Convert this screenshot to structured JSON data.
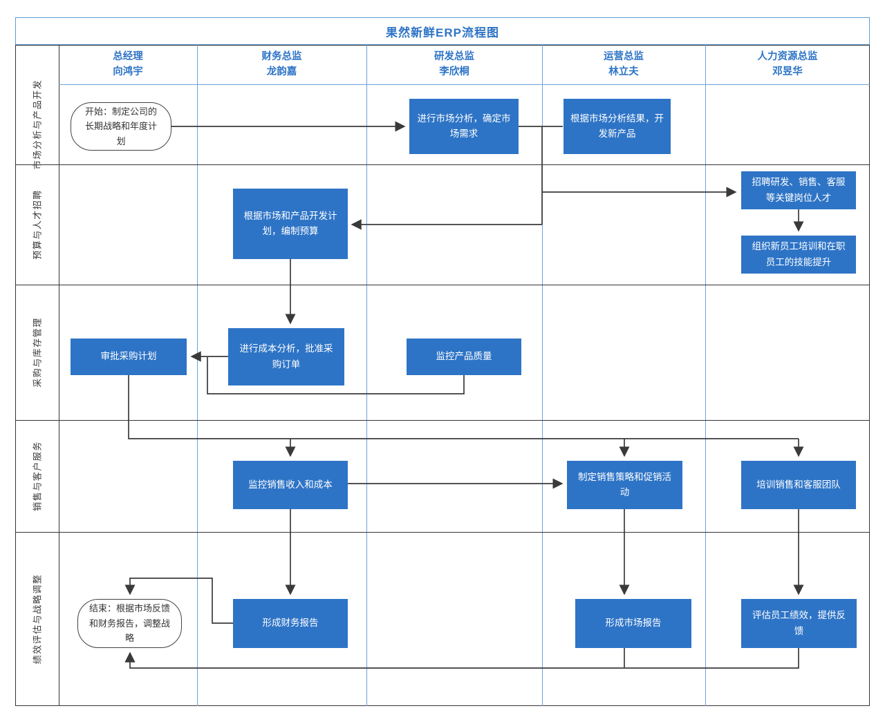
{
  "title": "果然新鲜ERP流程图",
  "columns": [
    {
      "role": "总经理",
      "person": "向鸿宇"
    },
    {
      "role": "财务总监",
      "person": "龙韵嘉"
    },
    {
      "role": "研发总监",
      "person": "李欣桐"
    },
    {
      "role": "运营总监",
      "person": "林立夫"
    },
    {
      "role": "人力资源总监",
      "person": "邓昱华"
    }
  ],
  "lanes": [
    {
      "label": "市场分析与产品开发"
    },
    {
      "label": "预算与人才招聘"
    },
    {
      "label": "采购与库存管理"
    },
    {
      "label": "销售与客户服务"
    },
    {
      "label": "绩效评估与战略调整"
    }
  ],
  "nodes": [
    {
      "id": "start",
      "type": "terminator",
      "lane": "市场分析与产品开发",
      "column": "总经理",
      "text": "开始：制定公司的长期战略和年度计划"
    },
    {
      "id": "market-analysis",
      "type": "process",
      "lane": "市场分析与产品开发",
      "column": "研发总监",
      "text": "进行市场分析，确定市场需求"
    },
    {
      "id": "develop-product",
      "type": "process",
      "lane": "市场分析与产品开发",
      "column": "运营总监",
      "text": "根据市场分析结果，开发新产品"
    },
    {
      "id": "budget",
      "type": "process",
      "lane": "预算与人才招聘",
      "column": "财务总监",
      "text": "根据市场和产品开发计划，编制预算"
    },
    {
      "id": "recruit",
      "type": "process",
      "lane": "预算与人才招聘",
      "column": "人力资源总监",
      "text": "招聘研发、销售、客服等关键岗位人才"
    },
    {
      "id": "train-new",
      "type": "process",
      "lane": "预算与人才招聘",
      "column": "人力资源总监",
      "text": "组织新员工培训和在职员工的技能提升"
    },
    {
      "id": "approve-purchase",
      "type": "process",
      "lane": "采购与库存管理",
      "column": "总经理",
      "text": "审批采购计划"
    },
    {
      "id": "cost-analysis",
      "type": "process",
      "lane": "采购与库存管理",
      "column": "财务总监",
      "text": "进行成本分析，批准采购订单"
    },
    {
      "id": "quality-monitor",
      "type": "process",
      "lane": "采购与库存管理",
      "column": "研发总监",
      "text": "监控产品质量"
    },
    {
      "id": "sales-monitor",
      "type": "process",
      "lane": "销售与客户服务",
      "column": "财务总监",
      "text": "监控销售收入和成本"
    },
    {
      "id": "sales-strategy",
      "type": "process",
      "lane": "销售与客户服务",
      "column": "运营总监",
      "text": "制定销售策略和促销活动"
    },
    {
      "id": "train-team",
      "type": "process",
      "lane": "销售与客户服务",
      "column": "人力资源总监",
      "text": "培训销售和客服团队"
    },
    {
      "id": "fin-report",
      "type": "process",
      "lane": "绩效评估与战略调整",
      "column": "财务总监",
      "text": "形成财务报告"
    },
    {
      "id": "market-report",
      "type": "process",
      "lane": "绩效评估与战略调整",
      "column": "运营总监",
      "text": "形成市场报告"
    },
    {
      "id": "eval-feedback",
      "type": "process",
      "lane": "绩效评估与战略调整",
      "column": "人力资源总监",
      "text": "评估员工绩效，提供反馈"
    },
    {
      "id": "end",
      "type": "terminator",
      "lane": "绩效评估与战略调整",
      "column": "总经理",
      "text": "结束：根据市场反馈和财务报告，调整战略"
    }
  ],
  "edges": [
    {
      "from": "start",
      "to": "market-analysis",
      "arrow": true
    },
    {
      "from": "market-analysis",
      "to": "develop-product",
      "arrow": false
    },
    {
      "from": "market-analysis",
      "to": "recruit",
      "arrow": true
    },
    {
      "from": "market-analysis",
      "to": "budget",
      "arrow": true
    },
    {
      "from": "recruit",
      "to": "train-new",
      "arrow": true
    },
    {
      "from": "budget",
      "to": "cost-analysis",
      "arrow": true
    },
    {
      "from": "cost-analysis",
      "to": "approve-purchase",
      "arrow": true
    },
    {
      "from": "quality-monitor",
      "to": "approve-purchase",
      "arrow": true
    },
    {
      "from": "approve-purchase",
      "to": "sales-monitor",
      "arrow": true
    },
    {
      "from": "approve-purchase",
      "to": "sales-strategy",
      "arrow": true
    },
    {
      "from": "approve-purchase",
      "to": "train-team",
      "arrow": true
    },
    {
      "from": "sales-monitor",
      "to": "sales-strategy",
      "arrow": true
    },
    {
      "from": "sales-monitor",
      "to": "fin-report",
      "arrow": true
    },
    {
      "from": "sales-strategy",
      "to": "market-report",
      "arrow": true
    },
    {
      "from": "train-team",
      "to": "eval-feedback",
      "arrow": true
    },
    {
      "from": "fin-report",
      "to": "end",
      "arrow": true
    },
    {
      "from": "market-report",
      "to": "end",
      "arrow": true
    },
    {
      "from": "eval-feedback",
      "to": "end",
      "arrow": true
    }
  ],
  "colors": {
    "accent_blue": "#2E74C6",
    "process_fill": "#2E74C6",
    "process_text": "#FFFFFF",
    "column_line": "#6FA0D8",
    "title_border": "#5B9BD5",
    "lane_line": "#333333",
    "connector": "#3A3A3A"
  }
}
